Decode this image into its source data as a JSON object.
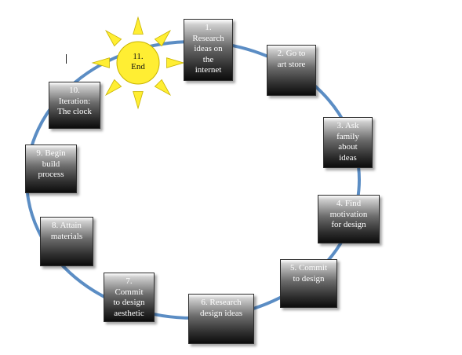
{
  "steps": [
    {
      "id": "step-1",
      "text": "1.\nResearch\nideas on\nthe\ninternet"
    },
    {
      "id": "step-2",
      "text": "2. Go to\nart store"
    },
    {
      "id": "step-3",
      "text": "3. Ask\nfamily\nabout\nideas"
    },
    {
      "id": "step-4",
      "text": "4. Find\nmotivation\nfor design"
    },
    {
      "id": "step-5",
      "text": "5. Commit\nto design"
    },
    {
      "id": "step-6",
      "text": "6. Research\ndesign ideas"
    },
    {
      "id": "step-7",
      "text": "7.\nCommit\nto design\naesthetic"
    },
    {
      "id": "step-8",
      "text": "8. Attain\nmaterials"
    },
    {
      "id": "step-9",
      "text": "9. Begin\nbuild\nprocess"
    },
    {
      "id": "step-10",
      "text": "10.\nIteration:\nThe clock"
    }
  ],
  "end": {
    "text": "11.\nEnd"
  },
  "colors": {
    "cycle_ring": "#5b8dc4",
    "sun_fill": "#ffee33",
    "sun_stroke": "#c9b400",
    "box_text": "#ffffff"
  }
}
